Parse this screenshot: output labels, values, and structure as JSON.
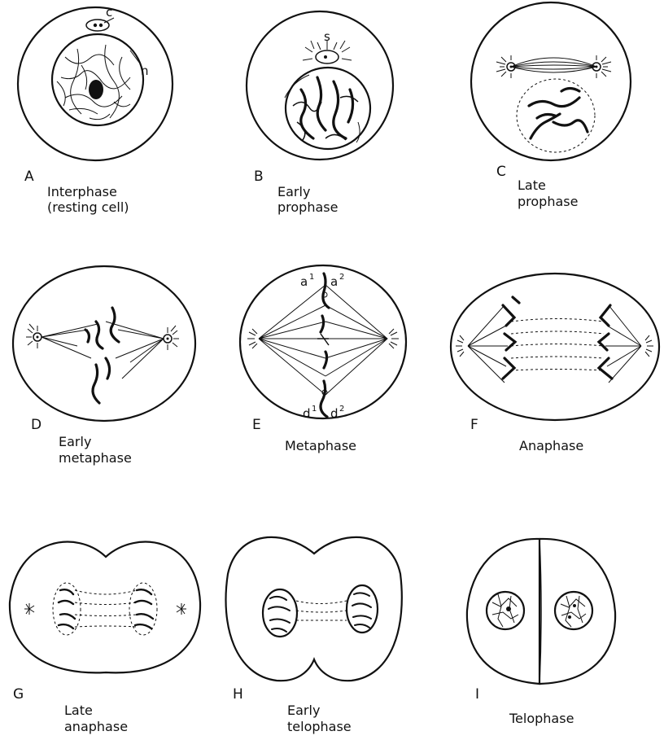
{
  "panels": [
    {
      "letter": "A",
      "caption": [
        "Interphase",
        "(resting cell)"
      ],
      "labels": [
        "c",
        "n"
      ]
    },
    {
      "letter": "B",
      "caption": [
        "Early",
        "prophase"
      ],
      "labels": [
        "s"
      ]
    },
    {
      "letter": "C",
      "caption": [
        "Late",
        "prophase"
      ]
    },
    {
      "letter": "D",
      "caption": [
        "Early",
        "metaphase"
      ]
    },
    {
      "letter": "E",
      "caption": [
        "Metaphase"
      ],
      "labels": [
        "a",
        "1",
        "a",
        "2",
        "d",
        "1",
        "d",
        "2"
      ]
    },
    {
      "letter": "F",
      "caption": [
        "Anaphase"
      ]
    },
    {
      "letter": "G",
      "caption": [
        "Late",
        "anaphase"
      ]
    },
    {
      "letter": "H",
      "caption": [
        "Early",
        "telophase"
      ]
    },
    {
      "letter": "I",
      "caption": [
        "Telophase"
      ]
    }
  ]
}
